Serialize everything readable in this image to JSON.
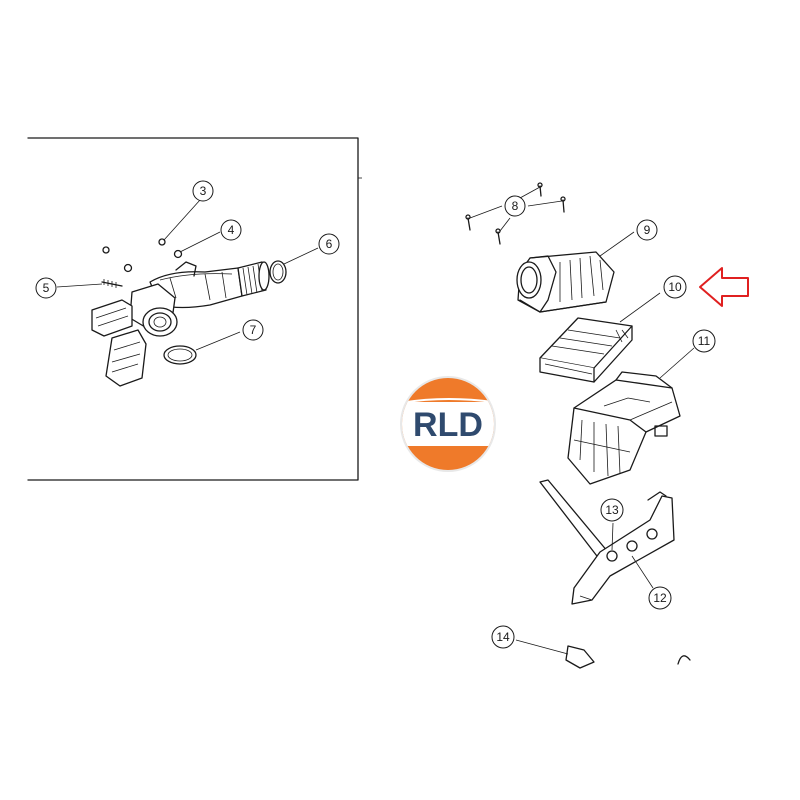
{
  "callouts": {
    "c3": "3",
    "c4": "4",
    "c5": "5",
    "c6": "6",
    "c7": "7",
    "c8": "8",
    "c9": "9",
    "c10": "10",
    "c11": "11",
    "c12": "12",
    "c13": "13",
    "c14": "14"
  },
  "logo": {
    "text": "RLD",
    "text_color": "#2f4a6e",
    "lower_color": "#ef7a2a"
  },
  "highlight": {
    "target_part": "10",
    "arrow_color": "#e02020"
  },
  "colors": {
    "line": "#1a1a1a",
    "frame": "#1a1a1a",
    "background": "#ffffff"
  }
}
